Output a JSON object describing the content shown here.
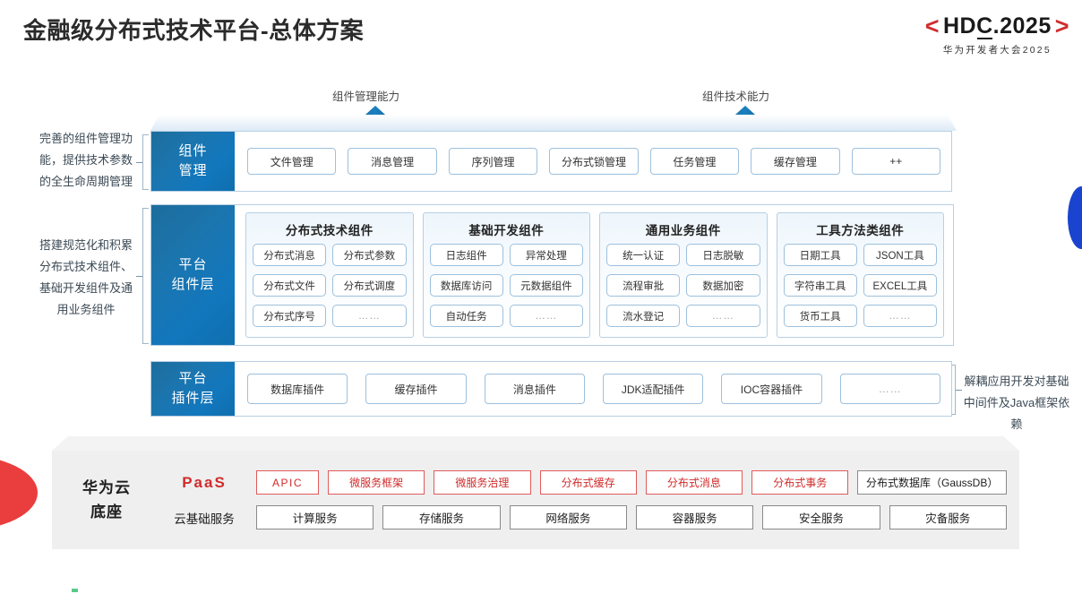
{
  "header": {
    "title": "金融级分布式技术平台-总体方案",
    "logo": {
      "left_bracket": "<",
      "text": "HDC.2025",
      "right_bracket": ">",
      "subtitle": "华为开发者大会2025"
    }
  },
  "arrows": {
    "left_label": "组件管理能力",
    "right_label": "组件技术能力"
  },
  "annotations": {
    "left_top": "完善的组件管理功能，提供技术参数的全生命周期管理",
    "left_bottom": "搭建规范化和积累分布式技术组件、基础开发组件及通用业务组件",
    "right": "解耦应用开发对基础中间件及Java框架依赖"
  },
  "layers": {
    "component_management": {
      "tab": "组件\n管理",
      "chips": [
        "文件管理",
        "消息管理",
        "序列管理",
        "分布式锁管理",
        "任务管理",
        "缓存管理",
        "++"
      ]
    },
    "platform_component": {
      "tab": "平台\n组件层",
      "groups": [
        {
          "title": "分布式技术组件",
          "items": [
            "分布式消息",
            "分布式参数",
            "分布式文件",
            "分布式调度",
            "分布式序号",
            "……"
          ]
        },
        {
          "title": "基础开发组件",
          "items": [
            "日志组件",
            "异常处理",
            "数据库访问",
            "元数据组件",
            "自动任务",
            "……"
          ]
        },
        {
          "title": "通用业务组件",
          "items": [
            "统一认证",
            "日志脱敏",
            "流程审批",
            "数据加密",
            "流水登记",
            "……"
          ]
        },
        {
          "title": "工具方法类组件",
          "items": [
            "日期工具",
            "JSON工具",
            "字符串工具",
            "EXCEL工具",
            "货币工具",
            "……"
          ]
        }
      ]
    },
    "platform_plugin": {
      "tab": "平台\n插件层",
      "chips": [
        "数据库插件",
        "缓存插件",
        "消息插件",
        "JDK适配插件",
        "IOC容器插件",
        "……"
      ]
    }
  },
  "base": {
    "title": "华为云\n底座",
    "paas": {
      "label": "PaaS",
      "chips": [
        "APIC",
        "微服务框架",
        "微服务治理",
        "分布式缓存",
        "分布式消息",
        "分布式事务"
      ],
      "neutral_chip": "分布式数据库（GaussDB）"
    },
    "cloud": {
      "label": "云基础服务",
      "chips": [
        "计算服务",
        "存储服务",
        "网络服务",
        "容器服务",
        "安全服务",
        "灾备服务"
      ]
    }
  },
  "colors": {
    "brand_red": "#d02b2b",
    "layer_blue": "#1277bd",
    "accent_blue": "#1a43d0",
    "deco_red": "#ea3d3d"
  }
}
